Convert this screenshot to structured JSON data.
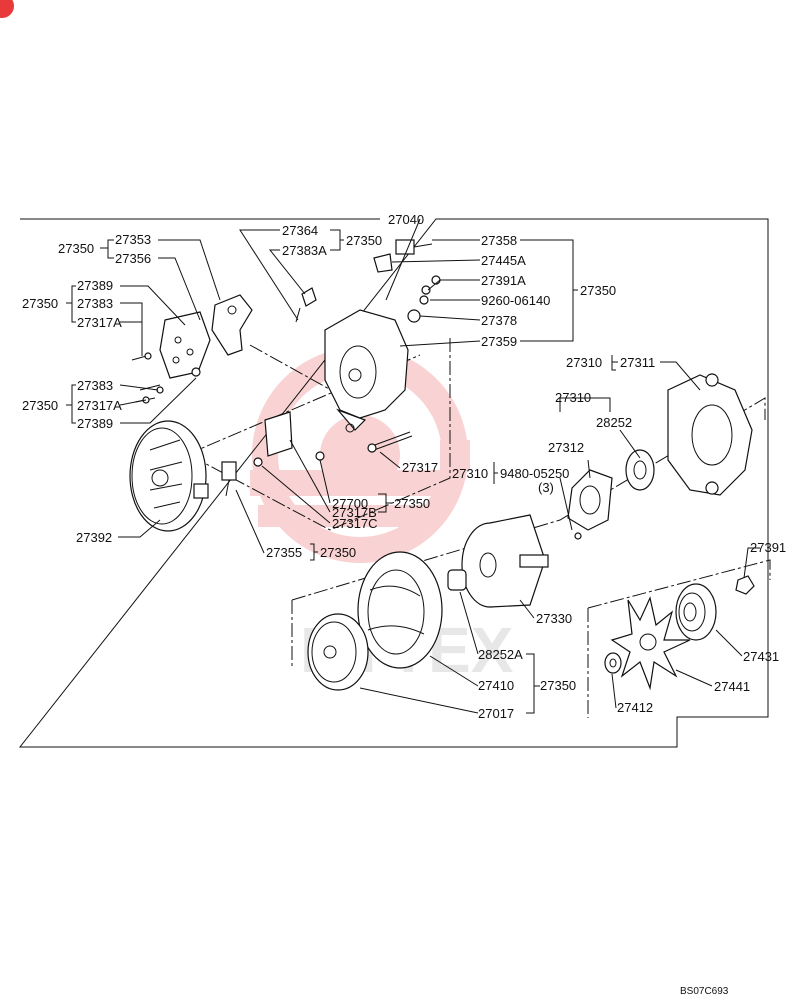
{
  "labels": {
    "l27040": "27040",
    "l27350_a": "27350",
    "l27353": "27353",
    "l27356": "27356",
    "l27364": "27364",
    "l27383A_top": "27383A",
    "l27350_b": "27350",
    "l27358": "27358",
    "l27445A": "27445A",
    "l27391A": "27391A",
    "l27350_c": "27350",
    "l9260": "9260-06140",
    "l27378": "27378",
    "l27359": "27359",
    "l27350_d": "27350",
    "l27389_a": "27389",
    "l27383_a": "27383",
    "l27317A_a": "27317A",
    "l27350_e": "27350",
    "l27383_b": "27383",
    "l27317A_b": "27317A",
    "l27389_b": "27389",
    "l27310_top": "27310",
    "l27311": "27311",
    "l27310_mid": "27310",
    "l28252": "28252",
    "l27312": "27312",
    "l27317": "27317",
    "l27310_low": "27310",
    "l9480": "9480-05250",
    "l3": "(3)",
    "l27317B": "27317B",
    "l27700": "27700",
    "l27350_f": "27350",
    "l27317C": "27317C",
    "l27392": "27392",
    "l27355": "27355",
    "l27350_g": "27350",
    "l27391": "27391",
    "l27330": "27330",
    "l28252A": "28252A",
    "l27410": "27410",
    "l27350_h": "27350",
    "l27431": "27431",
    "l27441": "27441",
    "l27017": "27017",
    "l27412": "27412",
    "code": "BS07C693",
    "watermark": "BYTEX"
  },
  "colors": {
    "watermark_red": "#e83a3a",
    "line": "#111111"
  }
}
